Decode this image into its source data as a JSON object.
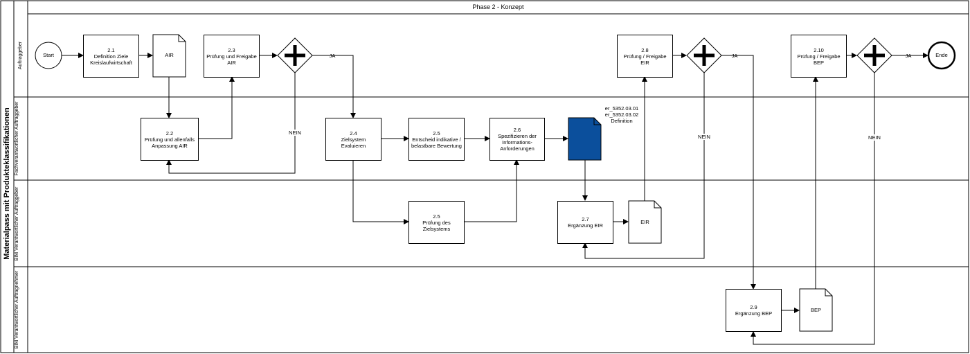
{
  "pool": {
    "title": "Materialpass mit Produkteklassifikationen",
    "phase": "Phase 2 - Konzept"
  },
  "lanes": [
    {
      "label": "Auftraggeber"
    },
    {
      "label": "Fachverantwortlicher Auftraggeber"
    },
    {
      "label": "BIM Verantwortlicher Auftraggeber"
    },
    {
      "label": "BIM Verantwortlicher Auftragnehmer"
    }
  ],
  "events": {
    "start": "Start",
    "end": "Ende"
  },
  "tasks": {
    "t2_1": {
      "num": "2.1",
      "text": "Definition Ziele Kreislaufwirtschaft"
    },
    "t2_2": {
      "num": "2.2",
      "text": "Prüfung und allenfalls Anpassung AIR"
    },
    "t2_3": {
      "num": "2.3",
      "text": "Prüfung und Freigabe AIR"
    },
    "t2_4": {
      "num": "2.4",
      "text": "Zielsystem Evaluieren"
    },
    "t2_5a": {
      "num": "2.5",
      "text": "Entscheid indikative / belastbare Bewertung"
    },
    "t2_5b": {
      "num": "2.5",
      "text": "Prüfung des Zielsystems"
    },
    "t2_6": {
      "num": "2.6",
      "text": "Spezifizieren der Informations-Anforderungen"
    },
    "t2_7": {
      "num": "2.7",
      "text": "Ergänzung EIR"
    },
    "t2_8": {
      "num": "2.8",
      "text": "Prüfung / Freigabe EIR"
    },
    "t2_9": {
      "num": "2.9",
      "text": "Ergänzung BEP"
    },
    "t2_10": {
      "num": "2.10",
      "text": "Prüfung / Freigabe BEP"
    }
  },
  "documents": {
    "air": "AIR",
    "eir": "EIR",
    "bep": "BEP",
    "blue_doc_note": [
      "er_5352.03.01",
      "er_5352.03.02",
      "Definition"
    ]
  },
  "flow_labels": {
    "ja": "JA",
    "nein": "NEIN"
  },
  "colors": {
    "blue_document": "#0b4f9c",
    "line": "#000000"
  }
}
